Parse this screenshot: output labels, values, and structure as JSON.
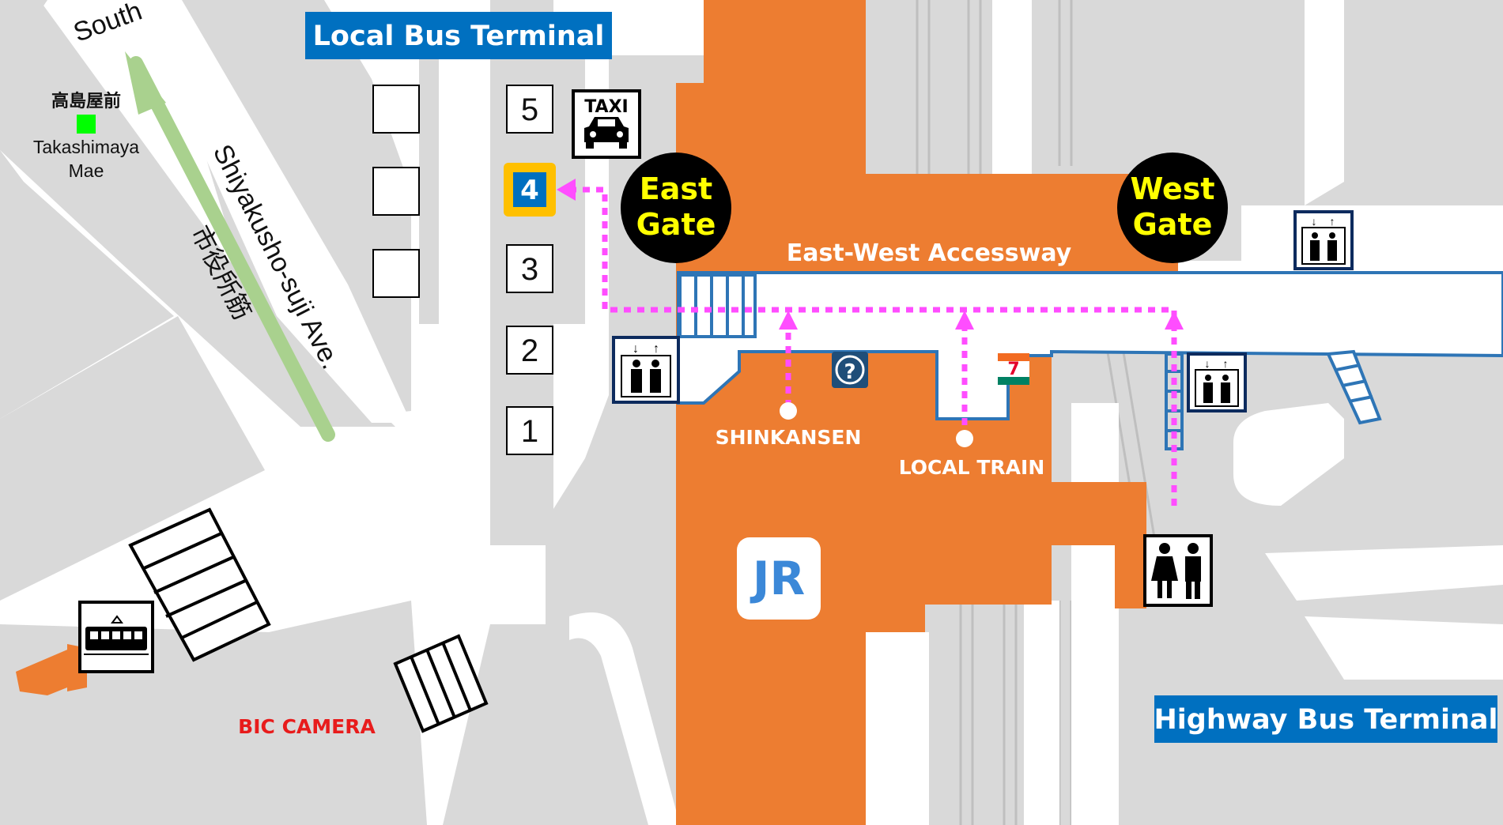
{
  "headings": {
    "local_bus_terminal": "Local Bus Terminal",
    "highway_bus_terminal": "Highway Bus Terminal",
    "accessway": "East-West Accessway"
  },
  "gates": {
    "east": {
      "line1": "East",
      "line2": "Gate"
    },
    "west": {
      "line1": "West",
      "line2": "Gate"
    }
  },
  "destinations": {
    "shinkansen": "SHINKANSEN",
    "local_train": "LOCAL TRAIN"
  },
  "streets": {
    "avenue_en": "Shiyakusho-suji Ave.",
    "avenue_ja": "市役所筋",
    "direction": "South"
  },
  "tram_stop": {
    "name_ja": "高島屋前",
    "name_en_line1": "Takashimaya",
    "name_en_line2": "Mae"
  },
  "landmarks": {
    "store": "BIC CAMERA"
  },
  "bus_bays": [
    "5",
    "4",
    "3",
    "2",
    "1"
  ],
  "highlighted_bay": "4",
  "icons": {
    "taxi": "TAXI",
    "jr_logo": "JR",
    "convenience_store": "7 ELEVEN",
    "info": "?"
  },
  "colors": {
    "station_orange": "#ED7D31",
    "road_gray": "#D9D9D9",
    "heading_blue": "#0070C0",
    "route_magenta": "#FF4DFF",
    "gate_yellow": "#FFFF00",
    "avenue_green": "#A9D18E",
    "tram_stop_green": "#00FF00",
    "store_red": "#E81C1C",
    "bay_highlight": "#FFC000"
  }
}
